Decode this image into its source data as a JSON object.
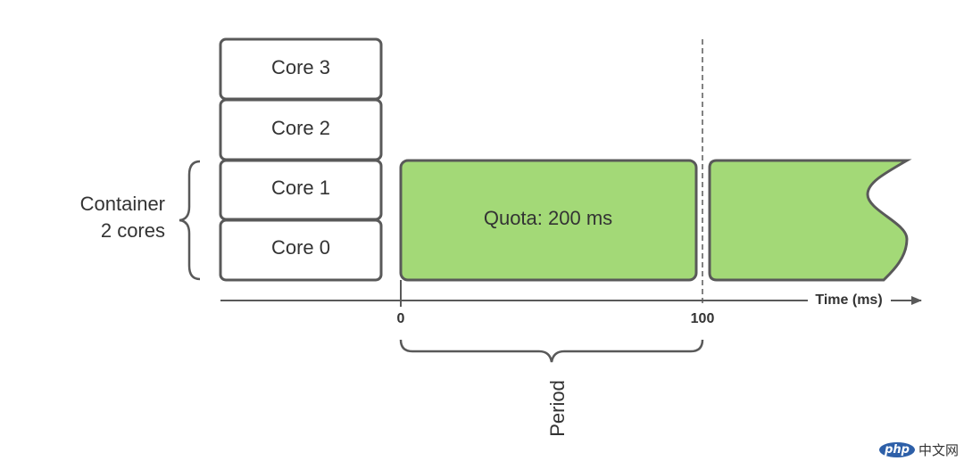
{
  "diagram": {
    "cores": [
      {
        "label": "Core 3"
      },
      {
        "label": "Core 2"
      },
      {
        "label": "Core 1"
      },
      {
        "label": "Core 0"
      }
    ],
    "container": {
      "line1": "Container",
      "line2": "2 cores"
    },
    "quota_label": "Quota: 200 ms",
    "axis": {
      "label": "Time (ms)",
      "ticks": [
        "0",
        "100"
      ]
    },
    "period_label": "Period",
    "colors": {
      "quota_fill": "#a3d977",
      "stroke": "#595959",
      "text": "#333333"
    }
  },
  "watermark": {
    "badge": "php",
    "text": "中文网"
  }
}
